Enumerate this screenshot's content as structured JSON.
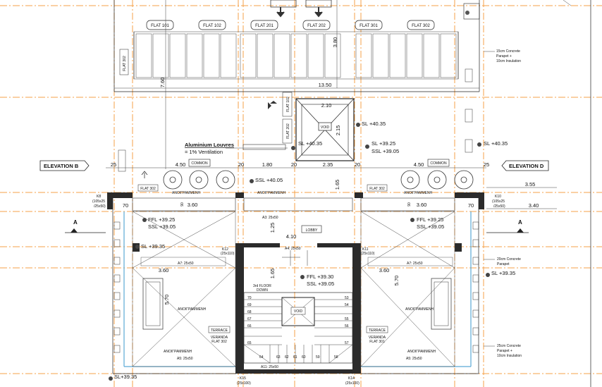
{
  "flats_top": [
    "FLAT 101",
    "FLAT 102",
    "FLAT 201",
    "FLAT 202",
    "FLAT 301",
    "FLAT 302"
  ],
  "flats_vertical": [
    "FLAT 302",
    "FLAT 102",
    "FLAT 202"
  ],
  "dimensions": {
    "d380": "3.80",
    "d760": "7.60",
    "d1350": "13.50",
    "d210": "2.10",
    "d215": "2.15",
    "d25a": "25",
    "d450a": "4.50",
    "d20a": "20",
    "d180": "1.80",
    "d20b": "20",
    "d235": "2.35",
    "d20c": "20",
    "d450b": "4.50",
    "d25b": "25",
    "d355": "3.55",
    "d340": "3.40",
    "d70a": "70",
    "d360a": "3.60",
    "d165a": "1.65",
    "d125": "1.25",
    "d410": "4.10",
    "d360b": "3.60",
    "d70b": "70",
    "d360c": "3.60",
    "d360d": "3.60",
    "d165b": "1.65",
    "d570a": "5.70",
    "d570b": "5.70",
    "d90a": "90",
    "d90b": "90"
  },
  "labels": {
    "void_top": "VOID",
    "void_stair": "VOID",
    "elev_b": "ELEVATION B",
    "elev_d": "ELEVATION D",
    "louvres_1": "Aluminium Louvres",
    "louvres_2": "= 1% Ventilation",
    "common_l": "COMMON",
    "common_r": "COMMON",
    "lobby": "LOBBY",
    "floor_down_1": "3rd FLOOR",
    "floor_down_2": "DOWN",
    "terrace_l": "TERRACE",
    "terrace_r": "TERRACE",
    "veranda_l_1": "VERANDA",
    "veranda_l_2": "FLAT 302",
    "veranda_r_1": "VERANDA",
    "veranda_r_2": "FLAT 301",
    "section_a_l": "A",
    "section_a_r": "A",
    "flat302_small_l": "FLAT 302",
    "flat302_small_r": "FLAT 302",
    "anoig": "ΑΝΟΙΓΡΑΜΜΕΝΗ"
  },
  "levels": {
    "sl4035a": "SL +40.35",
    "sl4035b": "SL +40.35",
    "sl4035c": "SL +40.35",
    "sl3925": "SL +39.25",
    "ssl3905a": "SSL +39.05",
    "ssl4005": "SSL +40.05",
    "ffl3925a": "FFL +39.25",
    "ssl3905b": "SSL +39.05",
    "ffl3925b": "FFL +39.25",
    "ssl3905c": "SSL +39.05",
    "sl3935a": "SL +39.35",
    "sl3935b": "SL +39.35",
    "ffl3930": "FFL +39.30",
    "ssl3905d": "SSL +39.05",
    "sl3935c": "SL+39.35"
  },
  "notes": {
    "n1_1": "15cm Concrete",
    "n1_2": "Parapet +",
    "n1_3": "10cm Insulation",
    "n2_1": "20cm Concrete",
    "n2_2": "Parapet",
    "n3_1": "25cm Concrete",
    "n3_2": "Parapet +",
    "n3_3": "10cm Insulation"
  },
  "columns": {
    "k8_1": "K8",
    "k8_2": "(105x25",
    "k8_3": "/25x50)",
    "k10_1": "K10",
    "k10_2": "(105x25",
    "k10_3": "/25x50)",
    "k15_1": "K15",
    "k15_2": "(25x100)",
    "k14_1": "K14",
    "k14_2": "(25x100)",
    "k12_1": "K12",
    "k12_2": "(25x110)",
    "k11_1": "K11",
    "k11_2": "(25x110)"
  },
  "beams": {
    "a3": "A3: 25x50",
    "a4": "A4: 25x50",
    "a7l": "A7: 25x50",
    "a7r": "A7: 25x50",
    "a5l": "A5: 25x50",
    "a5r": "A5: 25x50",
    "a11": "A11: 25x50"
  },
  "stair_numbers": [
    "70",
    "69",
    "68",
    "67",
    "66",
    "65",
    "64",
    "63",
    "62",
    "61",
    "60",
    "59",
    "58",
    "57",
    "56",
    "55",
    "54",
    "53"
  ]
}
